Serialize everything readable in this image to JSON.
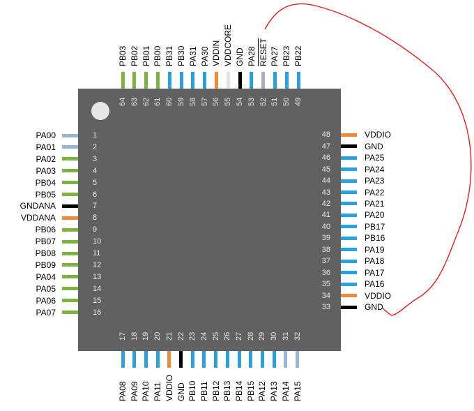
{
  "pin_colors": {
    "green": "#7cb342",
    "blue": "#29a3d9",
    "lightblue": "#9bb5d6",
    "orange": "#ef8a3a",
    "black": "#000000",
    "white": "#e3e3e3",
    "gray": "#a4b0bd"
  },
  "left_pins": [
    {
      "num": "1",
      "name": "PA00",
      "color": "lightblue"
    },
    {
      "num": "2",
      "name": "PA01",
      "color": "lightblue"
    },
    {
      "num": "3",
      "name": "PA02",
      "color": "green"
    },
    {
      "num": "4",
      "name": "PA03",
      "color": "green"
    },
    {
      "num": "5",
      "name": "PB04",
      "color": "green"
    },
    {
      "num": "6",
      "name": "PB05",
      "color": "green"
    },
    {
      "num": "7",
      "name": "GNDANA",
      "color": "black"
    },
    {
      "num": "8",
      "name": "VDDANA",
      "color": "orange"
    },
    {
      "num": "9",
      "name": "PB06",
      "color": "green"
    },
    {
      "num": "10",
      "name": "PB07",
      "color": "green"
    },
    {
      "num": "11",
      "name": "PB08",
      "color": "green"
    },
    {
      "num": "12",
      "name": "PB09",
      "color": "green"
    },
    {
      "num": "13",
      "name": "PA04",
      "color": "green"
    },
    {
      "num": "14",
      "name": "PA05",
      "color": "green"
    },
    {
      "num": "15",
      "name": "PA06",
      "color": "green"
    },
    {
      "num": "16",
      "name": "PA07",
      "color": "green"
    }
  ],
  "bottom_pins": [
    {
      "num": "17",
      "name": "PA08",
      "color": "blue"
    },
    {
      "num": "18",
      "name": "PA09",
      "color": "blue"
    },
    {
      "num": "19",
      "name": "PA10",
      "color": "blue"
    },
    {
      "num": "20",
      "name": "PA11",
      "color": "blue"
    },
    {
      "num": "21",
      "name": "VDDIO",
      "color": "orange"
    },
    {
      "num": "22",
      "name": "GND",
      "color": "black"
    },
    {
      "num": "23",
      "name": "PB10",
      "color": "blue"
    },
    {
      "num": "24",
      "name": "PB11",
      "color": "blue"
    },
    {
      "num": "25",
      "name": "PB12",
      "color": "blue"
    },
    {
      "num": "26",
      "name": "PB13",
      "color": "blue"
    },
    {
      "num": "27",
      "name": "PB14",
      "color": "blue"
    },
    {
      "num": "28",
      "name": "PB15",
      "color": "blue"
    },
    {
      "num": "29",
      "name": "PA12",
      "color": "blue"
    },
    {
      "num": "30",
      "name": "PA13",
      "color": "blue"
    },
    {
      "num": "31",
      "name": "PA14",
      "color": "lightblue"
    },
    {
      "num": "32",
      "name": "PA15",
      "color": "lightblue"
    }
  ],
  "right_pins": [
    {
      "num": "33",
      "name": "GND",
      "color": "black"
    },
    {
      "num": "34",
      "name": "VDDIO",
      "color": "orange"
    },
    {
      "num": "35",
      "name": "PA16",
      "color": "blue"
    },
    {
      "num": "36",
      "name": "PA17",
      "color": "blue"
    },
    {
      "num": "37",
      "name": "PA18",
      "color": "blue"
    },
    {
      "num": "38",
      "name": "PA19",
      "color": "blue"
    },
    {
      "num": "39",
      "name": "PB16",
      "color": "blue"
    },
    {
      "num": "40",
      "name": "PB17",
      "color": "blue"
    },
    {
      "num": "41",
      "name": "PA20",
      "color": "blue"
    },
    {
      "num": "42",
      "name": "PA21",
      "color": "blue"
    },
    {
      "num": "43",
      "name": "PA22",
      "color": "blue"
    },
    {
      "num": "44",
      "name": "PA23",
      "color": "blue"
    },
    {
      "num": "45",
      "name": "PA24",
      "color": "blue"
    },
    {
      "num": "46",
      "name": "PA25",
      "color": "blue"
    },
    {
      "num": "47",
      "name": "GND",
      "color": "black"
    },
    {
      "num": "48",
      "name": "VDDIO",
      "color": "orange"
    }
  ],
  "top_pins": [
    {
      "num": "49",
      "name": "PB22",
      "color": "blue"
    },
    {
      "num": "50",
      "name": "PB23",
      "color": "blue"
    },
    {
      "num": "51",
      "name": "PA27",
      "color": "blue"
    },
    {
      "num": "52",
      "name": "RESET",
      "color": "gray",
      "overline": true
    },
    {
      "num": "53",
      "name": "PA28",
      "color": "blue"
    },
    {
      "num": "54",
      "name": "GND",
      "color": "black"
    },
    {
      "num": "55",
      "name": "VDDCORE",
      "color": "white"
    },
    {
      "num": "56",
      "name": "VDDIN",
      "color": "orange"
    },
    {
      "num": "57",
      "name": "PA30",
      "color": "blue"
    },
    {
      "num": "58",
      "name": "PA31",
      "color": "blue"
    },
    {
      "num": "59",
      "name": "PB30",
      "color": "blue"
    },
    {
      "num": "60",
      "name": "PB31",
      "color": "blue"
    },
    {
      "num": "61",
      "name": "PB00",
      "color": "green"
    },
    {
      "num": "62",
      "name": "PB01",
      "color": "green"
    },
    {
      "num": "63",
      "name": "PB02",
      "color": "green"
    },
    {
      "num": "64",
      "name": "PB03",
      "color": "green"
    }
  ],
  "connection": {
    "from": "RESET",
    "to": "GND",
    "color": "#e02020"
  }
}
